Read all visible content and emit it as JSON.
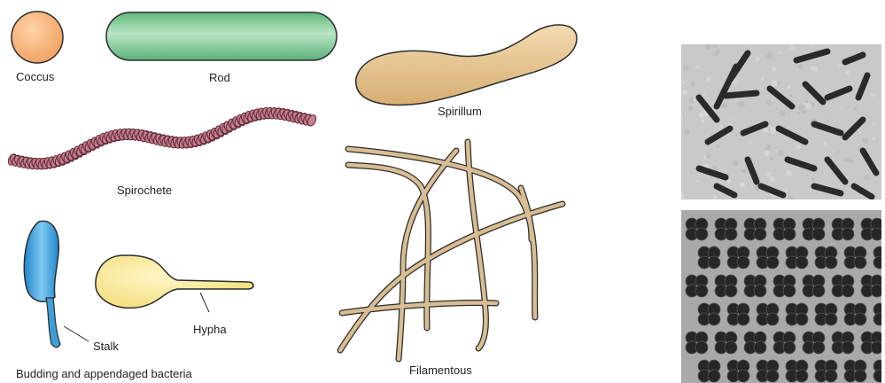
{
  "labels": {
    "coccus": "Coccus",
    "rod": "Rod",
    "spirillum": "Spirillum",
    "spirochete": "Spirochete",
    "filamentous": "Filamentous",
    "stalk": "Stalk",
    "hypha": "Hypha",
    "budding": "Budding and appendaged bacteria"
  },
  "colors": {
    "coccus_fill": "#f7b57a",
    "rod_fill": "#86cc98",
    "spirillum_fill": "#e6c48f",
    "spirochete_fill": "#c97d8f",
    "filament_fill": "#d8bd93",
    "stalk_fill": "#3e9fd8",
    "hypha_fill": "#f8ea98",
    "outline": "#2b2b2b"
  },
  "micrographs": [
    {
      "name": "rod-micrograph",
      "description_shown": false
    },
    {
      "name": "coccus-micrograph",
      "description_shown": false
    }
  ]
}
